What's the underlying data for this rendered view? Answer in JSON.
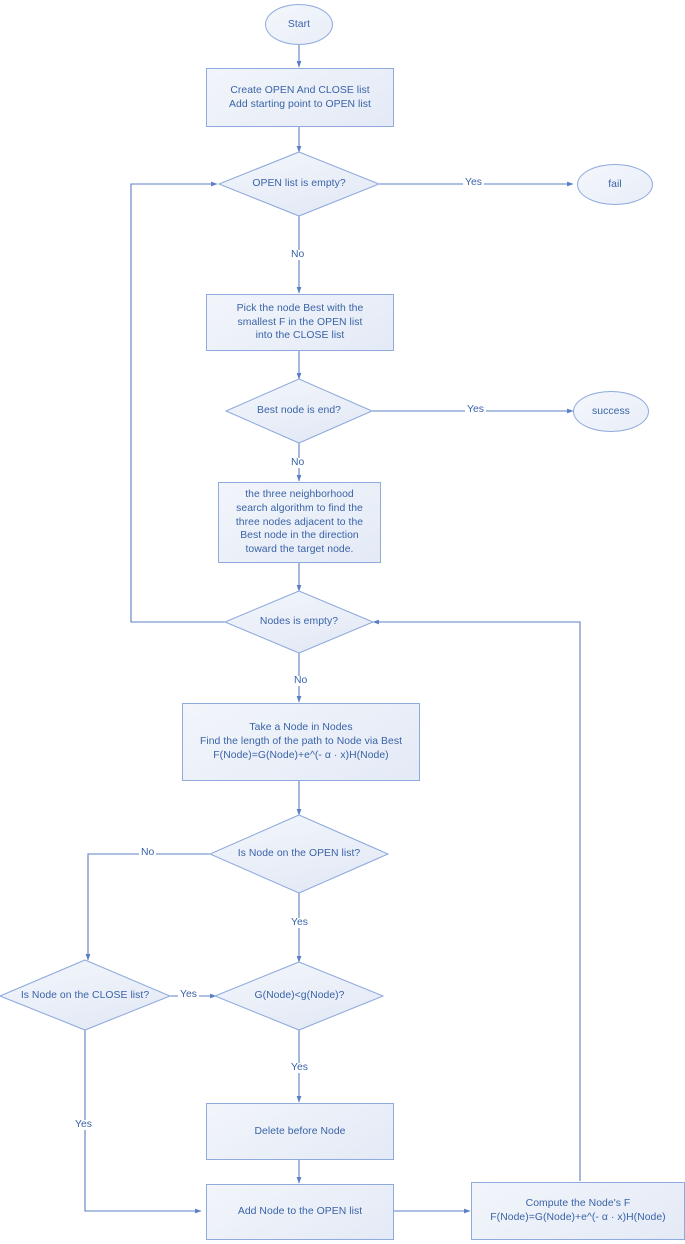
{
  "diagram": {
    "title": "A* path planning algorithm flowchart",
    "type": "flowchart",
    "colors": {
      "background": "#ffffff",
      "node_border": "#8faadd",
      "node_fill_start": "#f2f5fa",
      "node_fill_end": "#e4eaf6",
      "text": "#3a63a8",
      "connector": "#5b7fc4"
    }
  },
  "nodes": {
    "start": {
      "label": "Start",
      "shape": "terminator"
    },
    "create_lists": {
      "label": "Create OPEN And CLOSE list\nAdd starting point to OPEN list",
      "shape": "process"
    },
    "open_empty": {
      "label": "OPEN list is empty?",
      "shape": "decision"
    },
    "fail": {
      "label": "fail",
      "shape": "terminator"
    },
    "pick_best": {
      "label": "Pick the node Best with the\nsmallest F in the OPEN list\ninto the CLOSE list",
      "shape": "process"
    },
    "best_is_end": {
      "label": "Best node is end?",
      "shape": "decision"
    },
    "success": {
      "label": "success",
      "shape": "terminator"
    },
    "three_neighborhood": {
      "label": "the three neighborhood\nsearch algorithm to find the\nthree nodes adjacent to the\nBest node in the direction\ntoward the target node.",
      "shape": "process"
    },
    "nodes_empty": {
      "label": "Nodes is empty?",
      "shape": "decision"
    },
    "take_node": {
      "label": "Take a Node in Nodes\nFind the length of the path to Node via Best\nF(Node)=G(Node)+e^(- α · x)H(Node)",
      "shape": "process"
    },
    "node_on_open": {
      "label": "Is Node on the OPEN list?",
      "shape": "decision"
    },
    "node_on_close": {
      "label": "Is Node on the CLOSE list?",
      "shape": "decision"
    },
    "g_compare": {
      "label": "G(Node)<g(Node)?",
      "shape": "decision"
    },
    "delete_before": {
      "label": "Delete before Node",
      "shape": "process"
    },
    "add_node_open": {
      "label": "Add Node to the OPEN list",
      "shape": "process"
    },
    "compute_f": {
      "label": "Compute the Node's F\nF(Node)=G(Node)+e^(- α · x)H(Node)",
      "shape": "process"
    }
  },
  "edge_labels": {
    "open_empty_yes": "Yes",
    "open_empty_no": "No",
    "best_is_end_yes": "Yes",
    "best_is_end_no": "No",
    "nodes_empty_no": "No",
    "node_on_open_no": "No",
    "node_on_open_yes": "Yes",
    "node_on_close_yes_right": "Yes",
    "node_on_close_yes_down": "Yes",
    "g_compare_yes": "Yes"
  }
}
